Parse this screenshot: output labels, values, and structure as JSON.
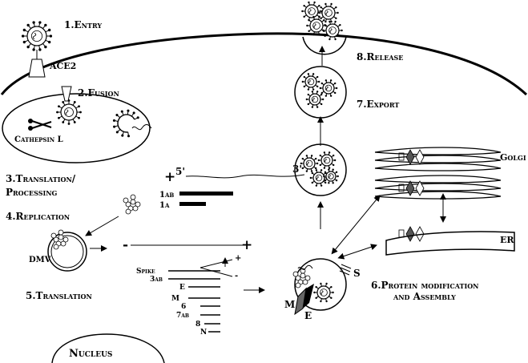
{
  "steps": {
    "entry": "1.Entry",
    "fusion": "2.Fusion",
    "translation_processing_1": "3.Translation/",
    "translation_processing_2": "Processing",
    "replication": "4.Replication",
    "translation": "5.Translation",
    "modification_1": "6.Protein modification",
    "modification_2": "and Assembly",
    "export": "7.Export",
    "release": "8.Release"
  },
  "labels": {
    "ace2": "ACE2",
    "cathepsin": "Cathepsin L",
    "five_prime": "5'",
    "three_prime": "3'",
    "plus1": "+",
    "minus": "-",
    "plus2": "+",
    "orf1ab": "1ab",
    "orf1a": "1a",
    "dmv": "DMV",
    "golgi": "Golgi",
    "er": "ER",
    "nucleus": "Nucleus",
    "m": "M",
    "e": "E",
    "s": "S",
    "small_plus": "+",
    "small_minus": "-"
  },
  "sg_rnas": [
    "Spike",
    "3ab",
    "E",
    "M",
    "6",
    "7ab",
    "8",
    "N"
  ]
}
